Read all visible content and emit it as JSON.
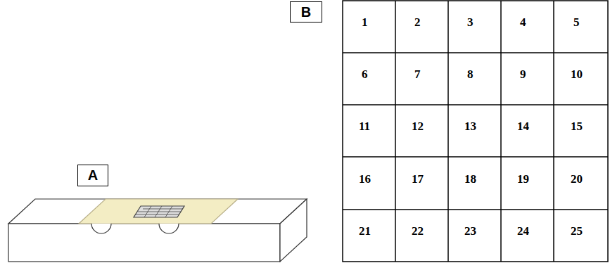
{
  "diagram": {
    "nodes": [
      {
        "text": [
          "B"
        ]
      },
      {
        "text": [
          "A"
        ]
      }
    ],
    "labels": [
      "1",
      "2",
      "3",
      "4",
      "5",
      "6",
      "7",
      "8",
      "9",
      "10",
      "11",
      "12",
      "13",
      "14",
      "15",
      "16",
      "17",
      "18",
      "19",
      "20",
      "21",
      "22",
      "23",
      "24",
      "25"
    ]
  }
}
